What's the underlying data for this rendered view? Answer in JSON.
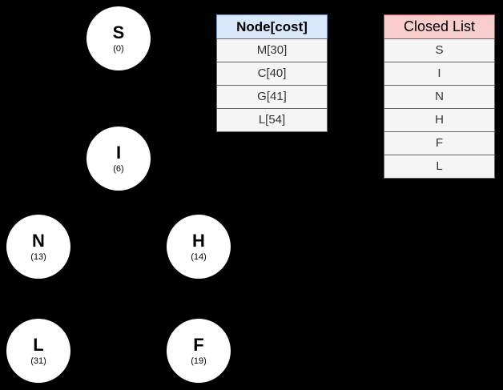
{
  "canvas": {
    "background": "#000000",
    "node_fill": "#ffffff",
    "node_text_color": "#000000"
  },
  "graph": {
    "nodes": [
      {
        "label": "S",
        "cost": "(0)"
      },
      {
        "label": "I",
        "cost": "(6)"
      },
      {
        "label": "N",
        "cost": "(13)"
      },
      {
        "label": "H",
        "cost": "(14)"
      },
      {
        "label": "L",
        "cost": "(31)"
      },
      {
        "label": "F",
        "cost": "(19)"
      }
    ]
  },
  "open_list": {
    "header": "Node[cost]",
    "header_bg": "#dae8fc",
    "header_border": "#6c8ebf",
    "rows": [
      "M[30]",
      "C[40]",
      "G[41]",
      "L[54]"
    ],
    "row_bg": "#f5f5f5",
    "row_border": "#666666",
    "row_text_color": "#333333"
  },
  "closed_list": {
    "header": "Closed List",
    "header_bg": "#f8cecc",
    "header_border": "#b85450",
    "rows": [
      "S",
      "I",
      "N",
      "H",
      "F",
      "L"
    ],
    "row_bg": "#f5f5f5",
    "row_border": "#666666",
    "row_text_color": "#333333"
  }
}
